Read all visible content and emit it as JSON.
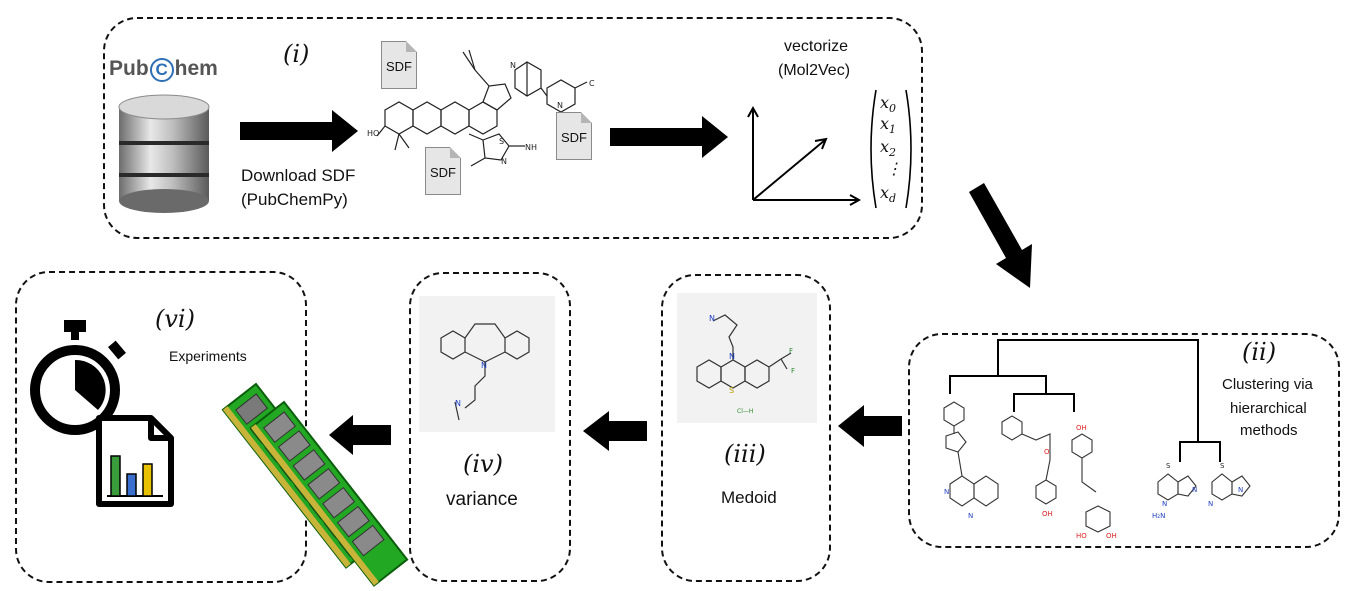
{
  "panels": {
    "i": {
      "label": "(i)",
      "pubchem_logo": "PubChem",
      "download_caption_line1": "Download SDF",
      "download_caption_line2": "(PubChemPy)",
      "sdf_badges": [
        "SDF",
        "SDF",
        "SDF"
      ],
      "vectorize_line1": "vectorize",
      "vectorize_line2": "(Mol2Vec)",
      "vector_entries": [
        "x0",
        "x1",
        "x2",
        "⋮",
        "xd"
      ]
    },
    "ii": {
      "label": "(ii)",
      "caption_line1": "Clustering via",
      "caption_line2": "hierarchical",
      "caption_line3": "methods"
    },
    "iii": {
      "label": "(iii)",
      "caption": "Medoid"
    },
    "iv": {
      "label": "(iv)",
      "caption": "variance"
    },
    "vi": {
      "label": "(vi)",
      "caption": "Experiments"
    }
  },
  "icons": [
    "database-icon",
    "stopwatch-icon",
    "chart-document-icon",
    "ram-module-icon"
  ],
  "colors": {
    "pubchem_blue": "#2e6fb5",
    "pubchem_gray": "#555555",
    "ram_green": "#22a822",
    "chart_green": "#3a9c3a",
    "chart_blue": "#3a6fd0",
    "chart_yellow": "#e8c200"
  }
}
